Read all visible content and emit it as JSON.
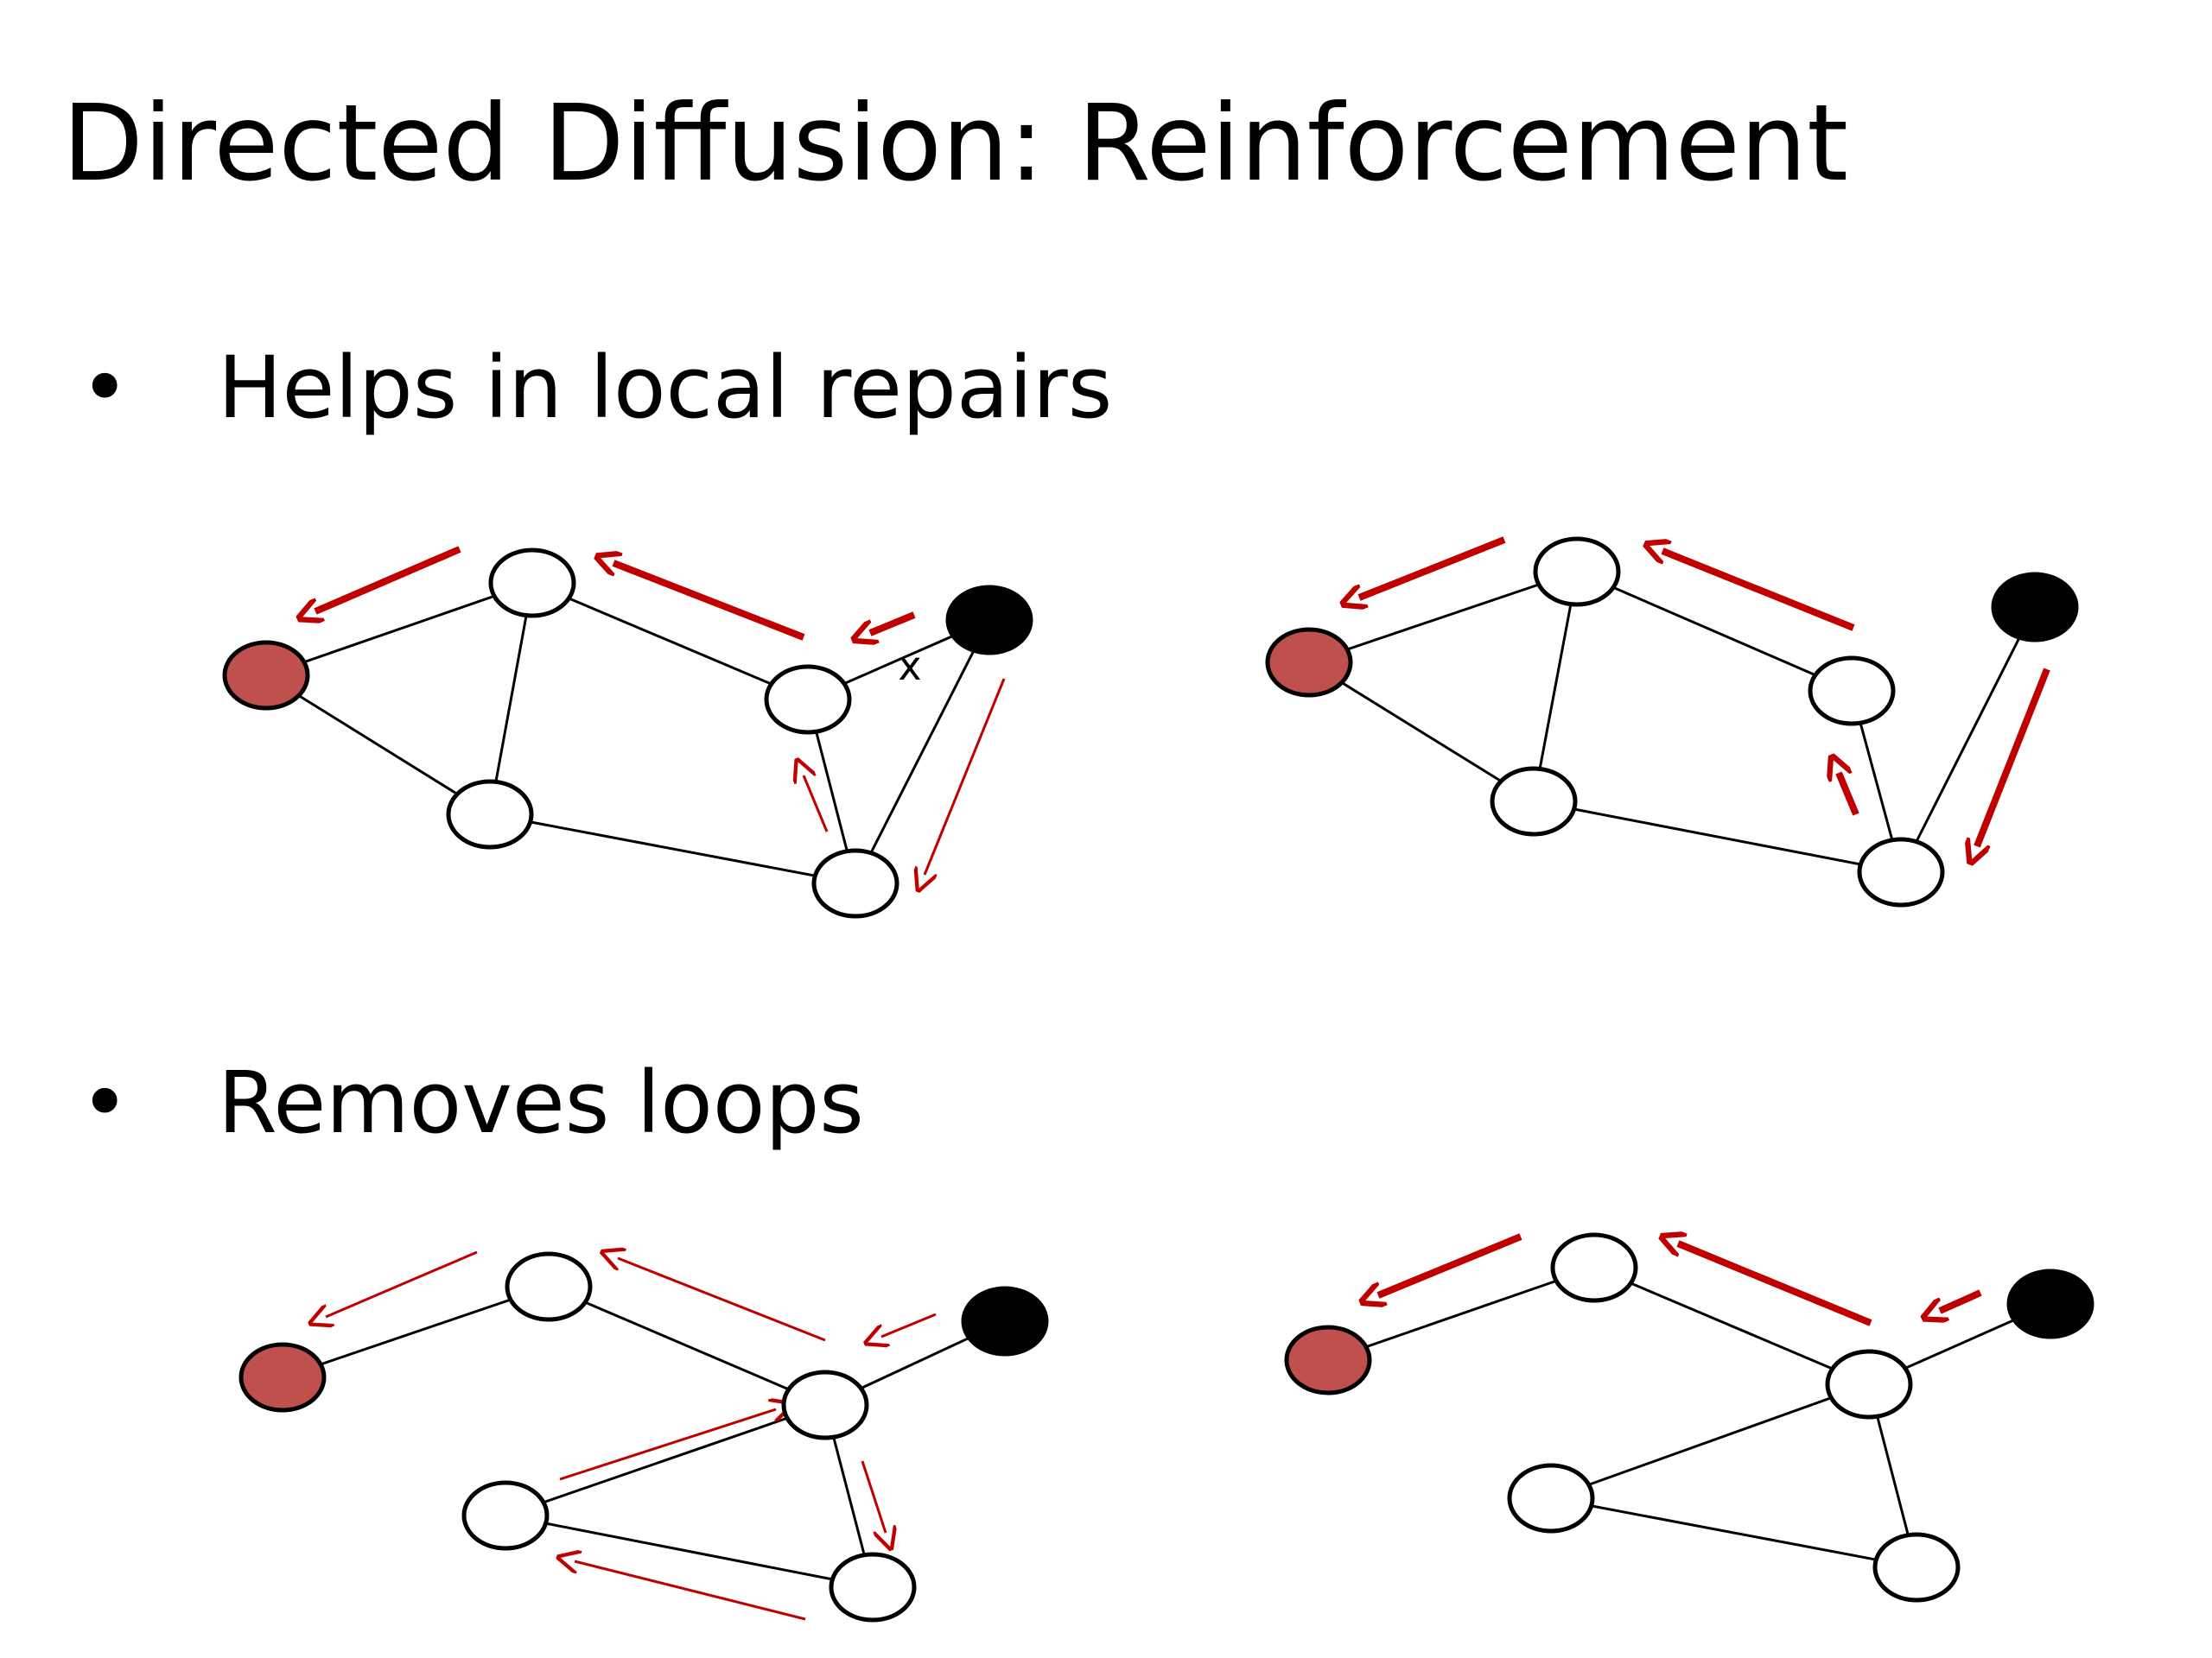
{
  "title": "Directed Diffusion: Reinforcement",
  "bullets": [
    {
      "marker": "•",
      "text": "Helps in local repairs"
    },
    {
      "marker": "•",
      "text": "Removes loops"
    }
  ],
  "broken_link_label": "x",
  "colors": {
    "arrow": "#c00000",
    "sink_fill": "#c0504d",
    "source_fill": "#000000",
    "node_fill": "#ffffff",
    "edge": "#000000"
  }
}
